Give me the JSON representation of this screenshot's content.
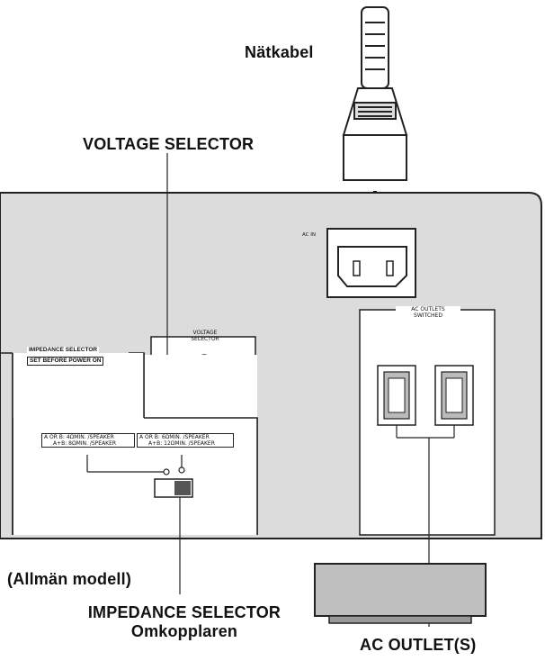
{
  "labels": {
    "power_cable": "Nätkabel",
    "voltage_selector": "VOLTAGE SELECTOR",
    "general_model": "(Allmän modell)",
    "impedance_selector": "IMPEDANCE SELECTOR",
    "impedance_selector_sv": "Omkopplaren",
    "ac_outlets": "AC OUTLET(S)"
  },
  "panel": {
    "ac_in": "AC IN",
    "voltage_selector_line1": "VOLTAGE",
    "voltage_selector_line2": "SELECTOR",
    "impedance_header": "IMPEDANCE SELECTOR",
    "impedance_note": "SET BEFORE POWER ON",
    "imp_left_line1": "A OR B: 4ΩMIN. /SPEAKER",
    "imp_left_line2": "A+B: 8ΩMIN. /SPEAKER",
    "imp_right_line1": "A OR B: 6ΩMIN. /SPEAKER",
    "imp_right_line2": "A+B: 12ΩMIN. /SPEAKER",
    "ac_outlets_line1": "AC OUTLETS",
    "ac_outlets_line2": "SWITCHED"
  },
  "colors": {
    "panel": "#dcdcdc",
    "outline": "#222222",
    "white": "#ffffff"
  }
}
